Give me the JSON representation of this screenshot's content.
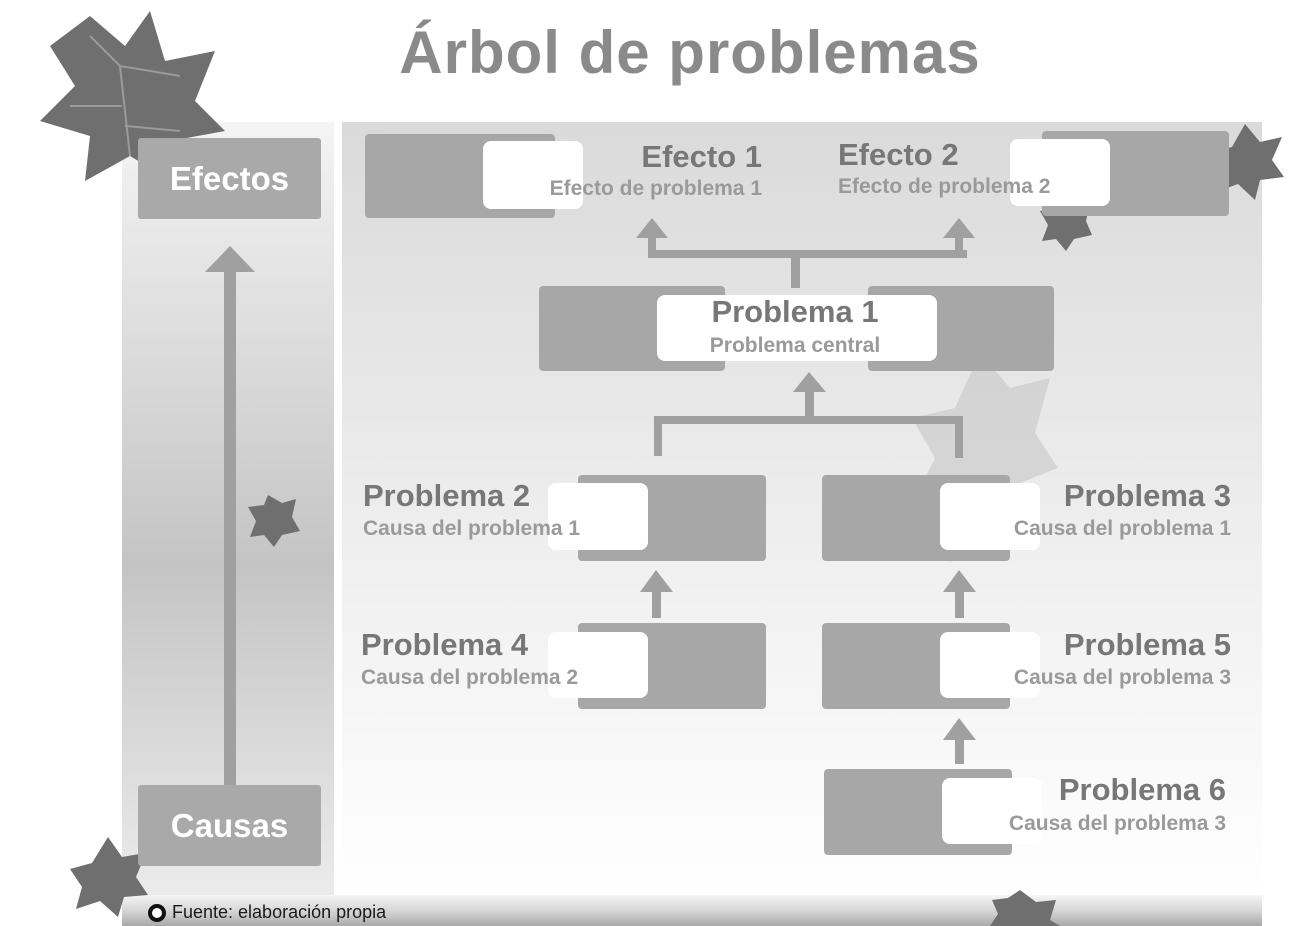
{
  "title": "Árbol de problemas",
  "sidebar": {
    "effects_label": "Efectos",
    "causes_label": "Causas"
  },
  "nodes": {
    "efecto1": {
      "title": "Efecto 1",
      "subtitle": "Efecto de problema 1"
    },
    "efecto2": {
      "title": "Efecto 2",
      "subtitle": "Efecto de problema 2"
    },
    "problema1": {
      "title": "Problema 1",
      "subtitle": "Problema central"
    },
    "problema2": {
      "title": "Problema 2",
      "subtitle": "Causa del problema 1"
    },
    "problema3": {
      "title": "Problema 3",
      "subtitle": "Causa del problema 1"
    },
    "problema4": {
      "title": "Problema 4",
      "subtitle": "Causa del problema 2"
    },
    "problema5": {
      "title": "Problema 5",
      "subtitle": "Causa del problema 3"
    },
    "problema6": {
      "title": "Problema 6",
      "subtitle": "Causa del problema 3"
    }
  },
  "footer": {
    "source": "Fuente: elaboración propia"
  },
  "colors": {
    "box_gray": "#a7a7a7",
    "title_gray": "#8a8a8a",
    "connector_gray": "#a0a0a0"
  },
  "icons": {
    "bullet": "ring-bullet-icon",
    "decor": "leaf-icon"
  }
}
